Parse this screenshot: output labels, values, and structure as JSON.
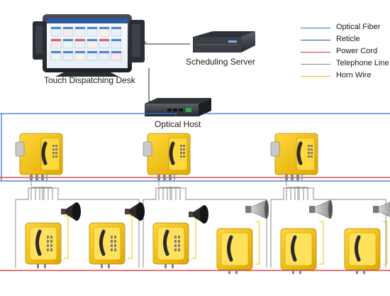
{
  "nodes": {
    "touch_desk": "Touch Dispatching Desk",
    "scheduling_server": "Scheduling Server",
    "optical_host": "Optical Host"
  },
  "legend": [
    {
      "label": "Optical Fiber",
      "color": "#2f6fd6"
    },
    {
      "label": "Reticle",
      "color": "#1f4ea3"
    },
    {
      "label": "Power Cord",
      "color": "#e0262b"
    },
    {
      "label": "Telephone Line",
      "color": "#8a8a8a"
    },
    {
      "label": "Horn Wire",
      "color": "#f2c200"
    }
  ],
  "colors": {
    "phone_body": "#f2c200",
    "phone_dark": "#2b2b2b",
    "fiber": "#2f6fd6",
    "power": "#e0262b",
    "telephone": "#8a8a8a",
    "horn": "#f2c200"
  }
}
